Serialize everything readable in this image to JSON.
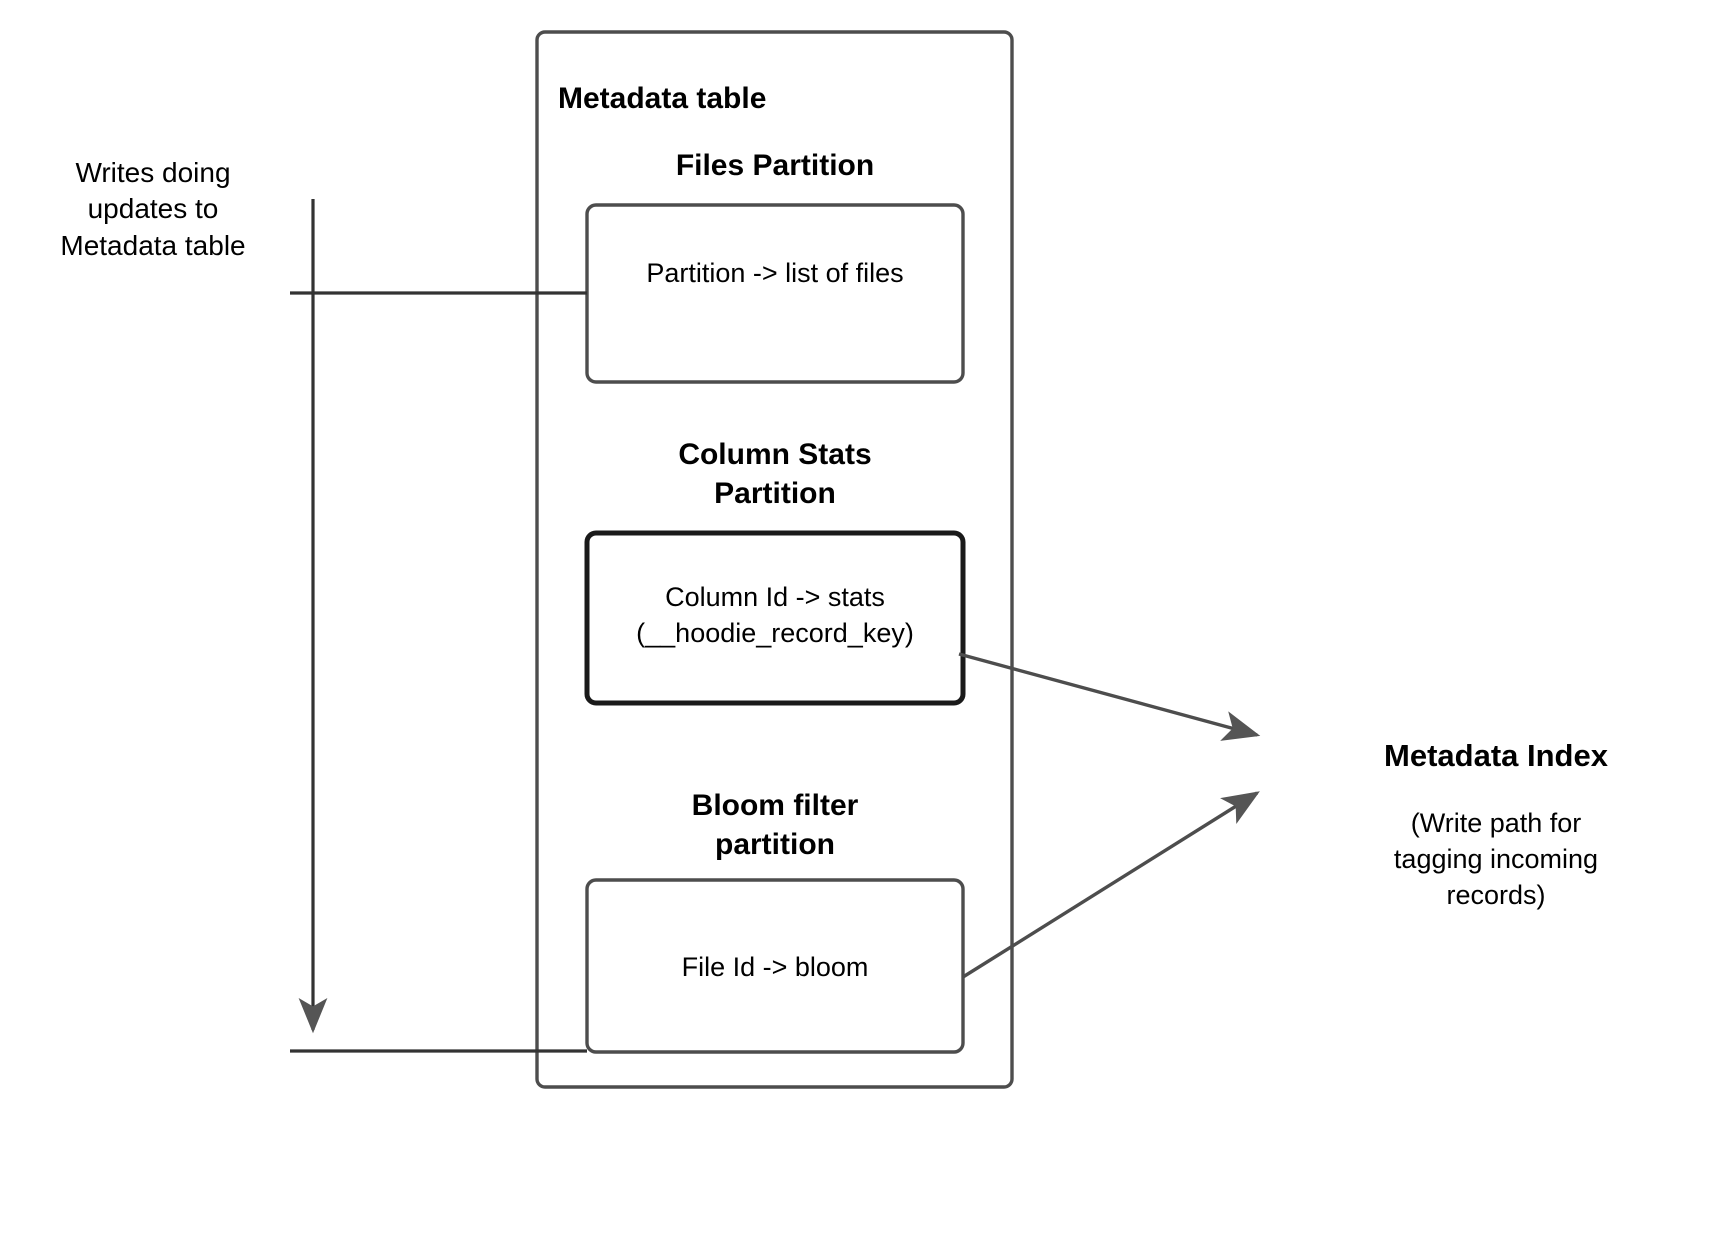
{
  "diagram": {
    "title_hidden": "Hudi metadata table write path",
    "source_label": "Writes doing\nupdates to\nMetadata table",
    "container": {
      "label": "Metadata table",
      "partitions": [
        {
          "heading": "Files Partition",
          "box_text": "Partition -> list of files",
          "emphasis": false
        },
        {
          "heading": "Column Stats\nPartition",
          "box_text": "Column Id  -> stats\n(__hoodie_record_key)",
          "emphasis": true
        },
        {
          "heading": "Bloom filter\npartition",
          "box_text": "File Id -> bloom",
          "emphasis": false
        }
      ]
    },
    "target": {
      "label": "Metadata Index",
      "caption": "(Write path for\ntagging incoming\nrecords)"
    },
    "colors": {
      "stroke": "#4d4d4d",
      "stroke_dark": "#333333",
      "arrow_fill": "#555555",
      "text": "#000000",
      "background": "#ffffff"
    }
  }
}
